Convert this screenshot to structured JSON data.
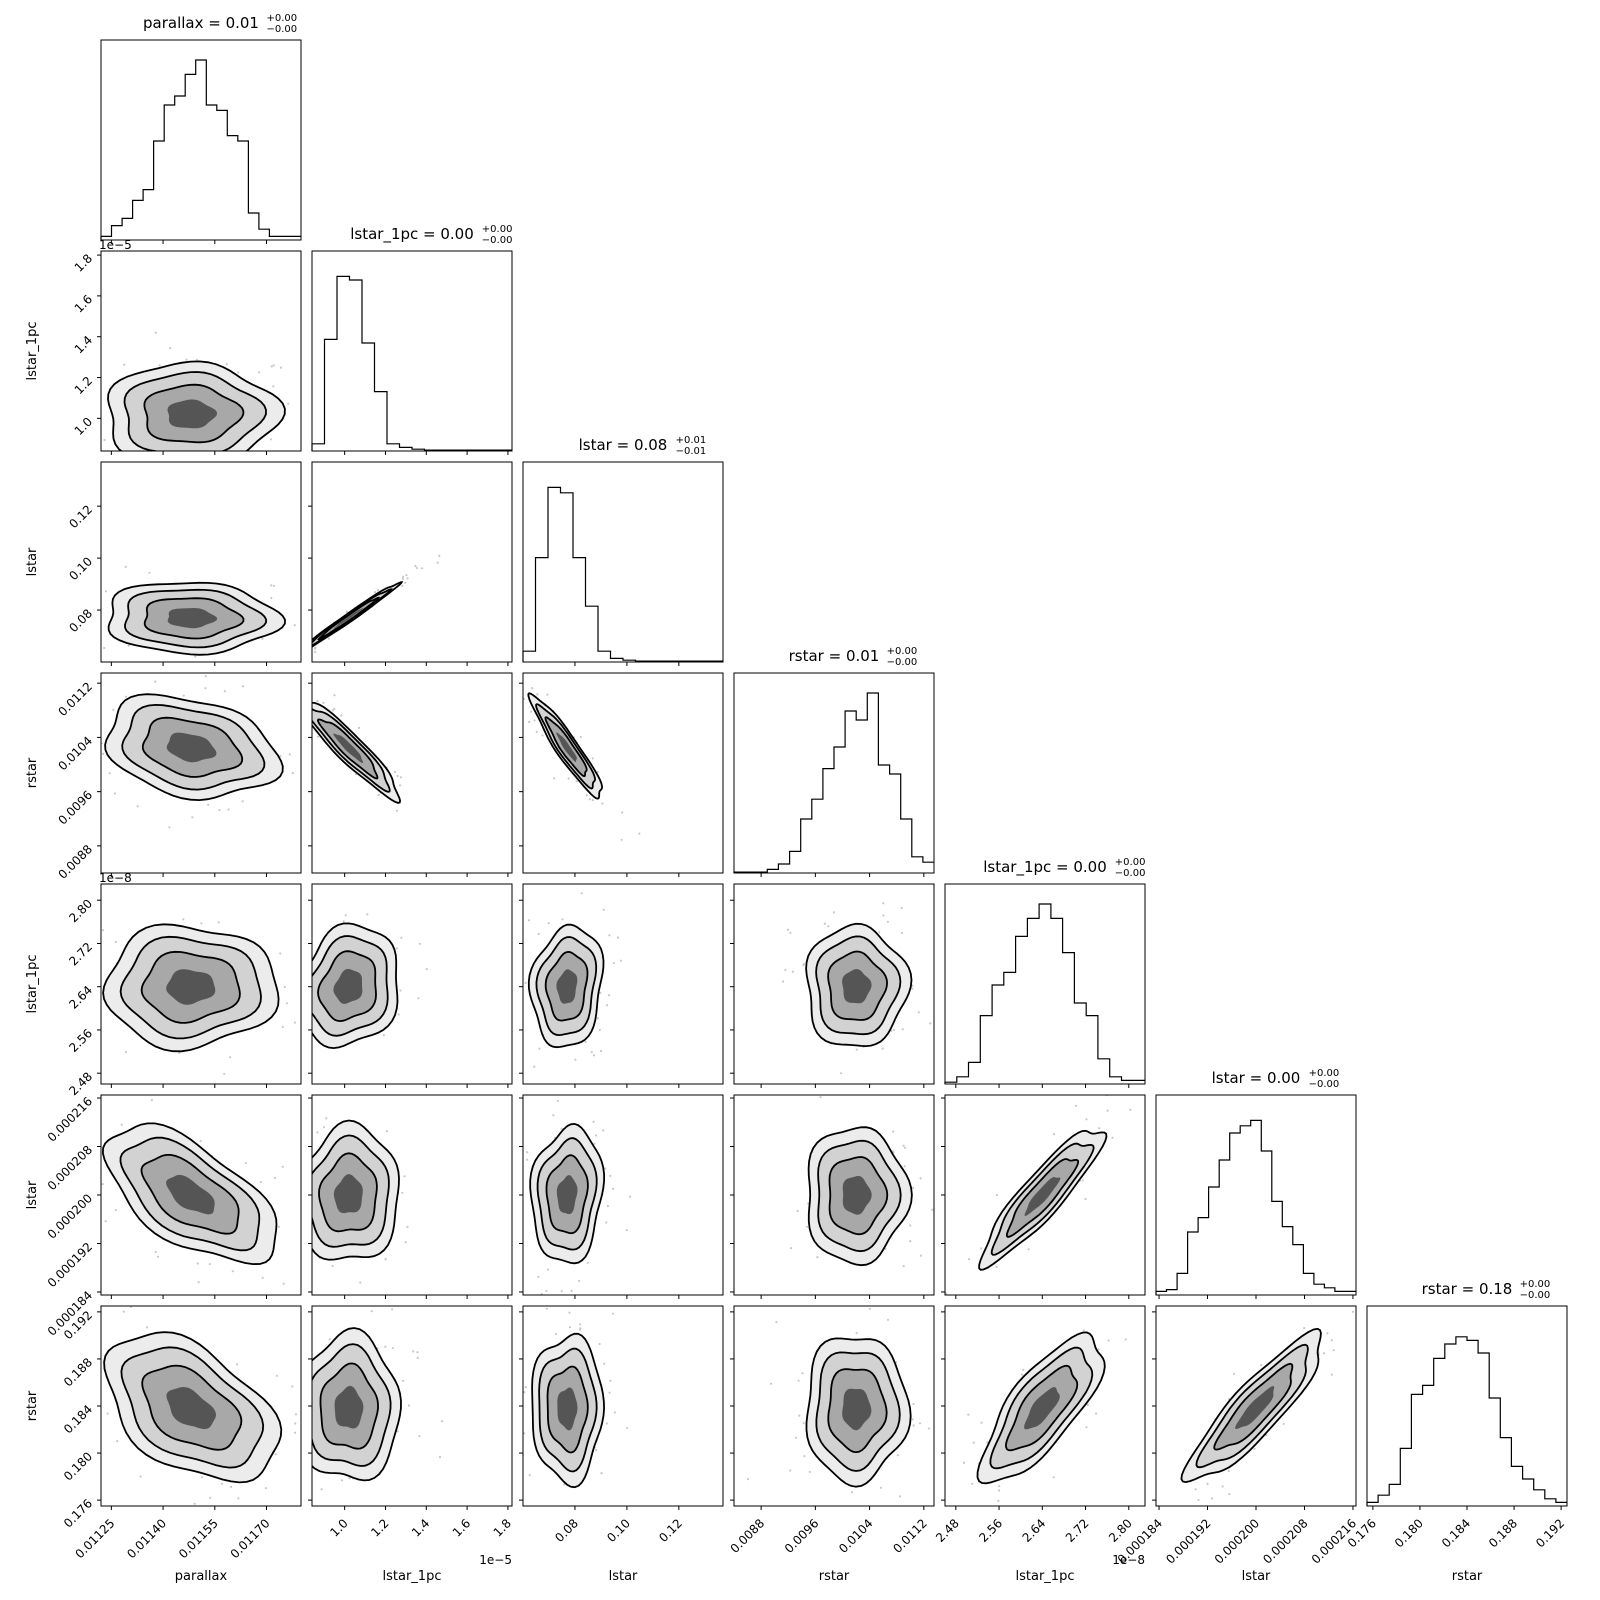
{
  "chart_data": {
    "type": "corner",
    "grid": false,
    "params": [
      {
        "name": "parallax",
        "title": "parallax = 0.01",
        "title_sup": "+0.00",
        "title_sub": "−0.00",
        "range": [
          0.01122,
          0.0118
        ],
        "ticks": [
          0.01125,
          0.0114,
          0.01155,
          0.0117
        ],
        "tick_labels": [
          "0.01125",
          "0.01140",
          "0.01155",
          "0.01170"
        ],
        "exponent": "",
        "mean": 0.01148,
        "hist": [
          0.02,
          0.08,
          0.12,
          0.22,
          0.28,
          0.55,
          0.75,
          0.8,
          0.92,
          1.0,
          0.75,
          0.72,
          0.58,
          0.55,
          0.15,
          0.06,
          0.02,
          0.02,
          0.02
        ]
      },
      {
        "name": "lstar_1pc",
        "title": "lstar_1pc = 0.00",
        "title_sup": "+0.00",
        "title_sub": "−0.00",
        "range": [
          8.4e-06,
          1.82e-05
        ],
        "ticks": [
          1e-05,
          1.2e-05,
          1.4e-05,
          1.6e-05,
          1.8e-05
        ],
        "tick_labels": [
          "1.0",
          "1.2",
          "1.4",
          "1.6",
          "1.8"
        ],
        "exponent": "1e−5",
        "mean": 1.02e-05,
        "hist": [
          0.04,
          0.62,
          0.97,
          0.95,
          0.6,
          0.33,
          0.04,
          0.02,
          0.01,
          0.005,
          0.005,
          0.005,
          0.005,
          0.005,
          0.005,
          0.005
        ]
      },
      {
        "name": "lstar",
        "title": "lstar = 0.08",
        "title_sup": "+0.01",
        "title_sub": "−0.01",
        "range": [
          0.06,
          0.137
        ],
        "ticks": [
          0.08,
          0.1,
          0.12
        ],
        "tick_labels": [
          "0.08",
          "0.10",
          "0.12"
        ],
        "exponent": "",
        "mean": 0.077,
        "hist": [
          0.06,
          0.58,
          0.97,
          0.94,
          0.58,
          0.31,
          0.06,
          0.02,
          0.01,
          0.005,
          0.005,
          0.005,
          0.005,
          0.005,
          0.005,
          0.005
        ]
      },
      {
        "name": "rstar",
        "title": "rstar = 0.01",
        "title_sup": "+0.00",
        "title_sub": "−0.00",
        "range": [
          0.0084,
          0.01135
        ],
        "ticks": [
          0.0088,
          0.0096,
          0.0104,
          0.0112
        ],
        "tick_labels": [
          "0.0088",
          "0.0096",
          "0.0104",
          "0.0112"
        ],
        "exponent": "",
        "mean": 0.0102,
        "hist": [
          0.005,
          0.005,
          0.005,
          0.02,
          0.05,
          0.12,
          0.3,
          0.41,
          0.58,
          0.7,
          0.9,
          0.85,
          1.0,
          0.6,
          0.55,
          0.3,
          0.09,
          0.06
        ]
      },
      {
        "name": "lstar_1pc",
        "title": "lstar_1pc = 0.00",
        "title_sup": "+0.00",
        "title_sub": "−0.00",
        "range": [
          2.46e-08,
          2.83e-08
        ],
        "ticks": [
          2.48e-08,
          2.56e-08,
          2.64e-08,
          2.72e-08,
          2.8e-08
        ],
        "tick_labels": [
          "2.48",
          "2.56",
          "2.64",
          "2.72",
          "2.80"
        ],
        "exponent": "1e−8",
        "mean": 2.64e-08,
        "hist": [
          0.01,
          0.04,
          0.12,
          0.38,
          0.55,
          0.62,
          0.82,
          0.92,
          1.0,
          0.92,
          0.73,
          0.45,
          0.38,
          0.14,
          0.04,
          0.02,
          0.02
        ]
      },
      {
        "name": "lstar",
        "title": "lstar = 0.00",
        "title_sup": "+0.00",
        "title_sub": "−0.00",
        "range": [
          0.0001835,
          0.0002165
        ],
        "ticks": [
          0.000184,
          0.000192,
          0.0002,
          0.000208,
          0.000216
        ],
        "tick_labels": [
          "0.000184",
          "0.000192",
          "0.000200",
          "0.000208",
          "0.000216"
        ],
        "exponent": "",
        "mean": 0.0002,
        "hist": [
          0.02,
          0.03,
          0.12,
          0.35,
          0.43,
          0.6,
          0.75,
          0.9,
          0.94,
          0.97,
          0.8,
          0.52,
          0.38,
          0.28,
          0.12,
          0.06,
          0.04,
          0.02,
          0.02
        ]
      },
      {
        "name": "rstar",
        "title": "rstar = 0.18",
        "title_sup": "+0.00",
        "title_sub": "−0.00",
        "range": [
          0.1755,
          0.1925
        ],
        "ticks": [
          0.176,
          0.18,
          0.184,
          0.188,
          0.192
        ],
        "tick_labels": [
          "0.176",
          "0.180",
          "0.184",
          "0.188",
          "0.192"
        ],
        "exponent": "",
        "mean": 0.1838,
        "hist": [
          0.02,
          0.06,
          0.12,
          0.32,
          0.62,
          0.67,
          0.82,
          0.9,
          0.94,
          0.92,
          0.85,
          0.6,
          0.38,
          0.22,
          0.15,
          0.09,
          0.04,
          0.02
        ]
      }
    ],
    "xlabels": [
      "parallax",
      "lstar_1pc",
      "lstar",
      "rstar",
      "lstar_1pc",
      "lstar",
      "rstar"
    ],
    "ylabels": [
      "lstar_1pc",
      "lstar",
      "rstar",
      "lstar_1pc",
      "lstar",
      "rstar"
    ],
    "pairs": [
      {
        "row": 1,
        "col": 0,
        "cx": 0.01148,
        "cy": 1.02e-05,
        "sx": 0.0001,
        "sy": 1e-06,
        "rho": 0.0
      },
      {
        "row": 2,
        "col": 0,
        "cx": 0.01148,
        "cy": 0.077,
        "sx": 0.0001,
        "sy": 0.0055,
        "rho": -0.05
      },
      {
        "row": 2,
        "col": 1,
        "cx": 1.02e-05,
        "cy": 0.077,
        "sx": 1e-06,
        "sy": 0.0055,
        "rho": 0.99
      },
      {
        "row": 3,
        "col": 0,
        "cx": 0.01148,
        "cy": 0.01025,
        "sx": 0.0001,
        "sy": 0.0003,
        "rho": -0.25
      },
      {
        "row": 3,
        "col": 1,
        "cx": 1.02e-05,
        "cy": 0.01025,
        "sx": 1e-06,
        "sy": 0.0003,
        "rho": -0.93
      },
      {
        "row": 3,
        "col": 2,
        "cx": 0.077,
        "cy": 0.01025,
        "sx": 0.0055,
        "sy": 0.0003,
        "rho": -0.93
      },
      {
        "row": 4,
        "col": 0,
        "cx": 0.01148,
        "cy": 2.64e-08,
        "sx": 0.0001,
        "sy": 4.5e-10,
        "rho": 0.0
      },
      {
        "row": 4,
        "col": 1,
        "cx": 1.02e-05,
        "cy": 2.64e-08,
        "sx": 1e-06,
        "sy": 4.5e-10,
        "rho": 0.15
      },
      {
        "row": 4,
        "col": 2,
        "cx": 0.077,
        "cy": 2.64e-08,
        "sx": 0.0055,
        "sy": 4.5e-10,
        "rho": 0.12
      },
      {
        "row": 4,
        "col": 3,
        "cx": 0.0102,
        "cy": 2.64e-08,
        "sx": 0.0003,
        "sy": 4.5e-10,
        "rho": 0.0
      },
      {
        "row": 5,
        "col": 0,
        "cx": 0.01148,
        "cy": 0.0002,
        "sx": 0.0001,
        "sy": 4.5e-06,
        "rho": -0.6
      },
      {
        "row": 5,
        "col": 1,
        "cx": 1.02e-05,
        "cy": 0.0002,
        "sx": 1e-06,
        "sy": 4.5e-06,
        "rho": 0.05
      },
      {
        "row": 5,
        "col": 2,
        "cx": 0.077,
        "cy": 0.0002,
        "sx": 0.0055,
        "sy": 4.5e-06,
        "rho": 0.1
      },
      {
        "row": 5,
        "col": 3,
        "cx": 0.0102,
        "cy": 0.0002,
        "sx": 0.0003,
        "sy": 4.5e-06,
        "rho": 0.0
      },
      {
        "row": 5,
        "col": 4,
        "cx": 2.64e-08,
        "cy": 0.0002,
        "sx": 4.5e-10,
        "sy": 4.5e-06,
        "rho": 0.9
      },
      {
        "row": 6,
        "col": 0,
        "cx": 0.01148,
        "cy": 0.1838,
        "sx": 0.0001,
        "sy": 0.0025,
        "rho": -0.45
      },
      {
        "row": 6,
        "col": 1,
        "cx": 1.02e-05,
        "cy": 0.1838,
        "sx": 1e-06,
        "sy": 0.0025,
        "rho": 0.0
      },
      {
        "row": 6,
        "col": 2,
        "cx": 0.077,
        "cy": 0.1838,
        "sx": 0.0055,
        "sy": 0.0025,
        "rho": 0.0
      },
      {
        "row": 6,
        "col": 3,
        "cx": 0.0102,
        "cy": 0.1838,
        "sx": 0.0003,
        "sy": 0.0025,
        "rho": 0.0
      },
      {
        "row": 6,
        "col": 4,
        "cx": 2.64e-08,
        "cy": 0.1838,
        "sx": 4.5e-10,
        "sy": 0.0025,
        "rho": 0.75
      },
      {
        "row": 6,
        "col": 5,
        "cx": 0.0002,
        "cy": 0.1838,
        "sx": 4.5e-06,
        "sy": 0.0025,
        "rho": 0.88
      }
    ]
  }
}
